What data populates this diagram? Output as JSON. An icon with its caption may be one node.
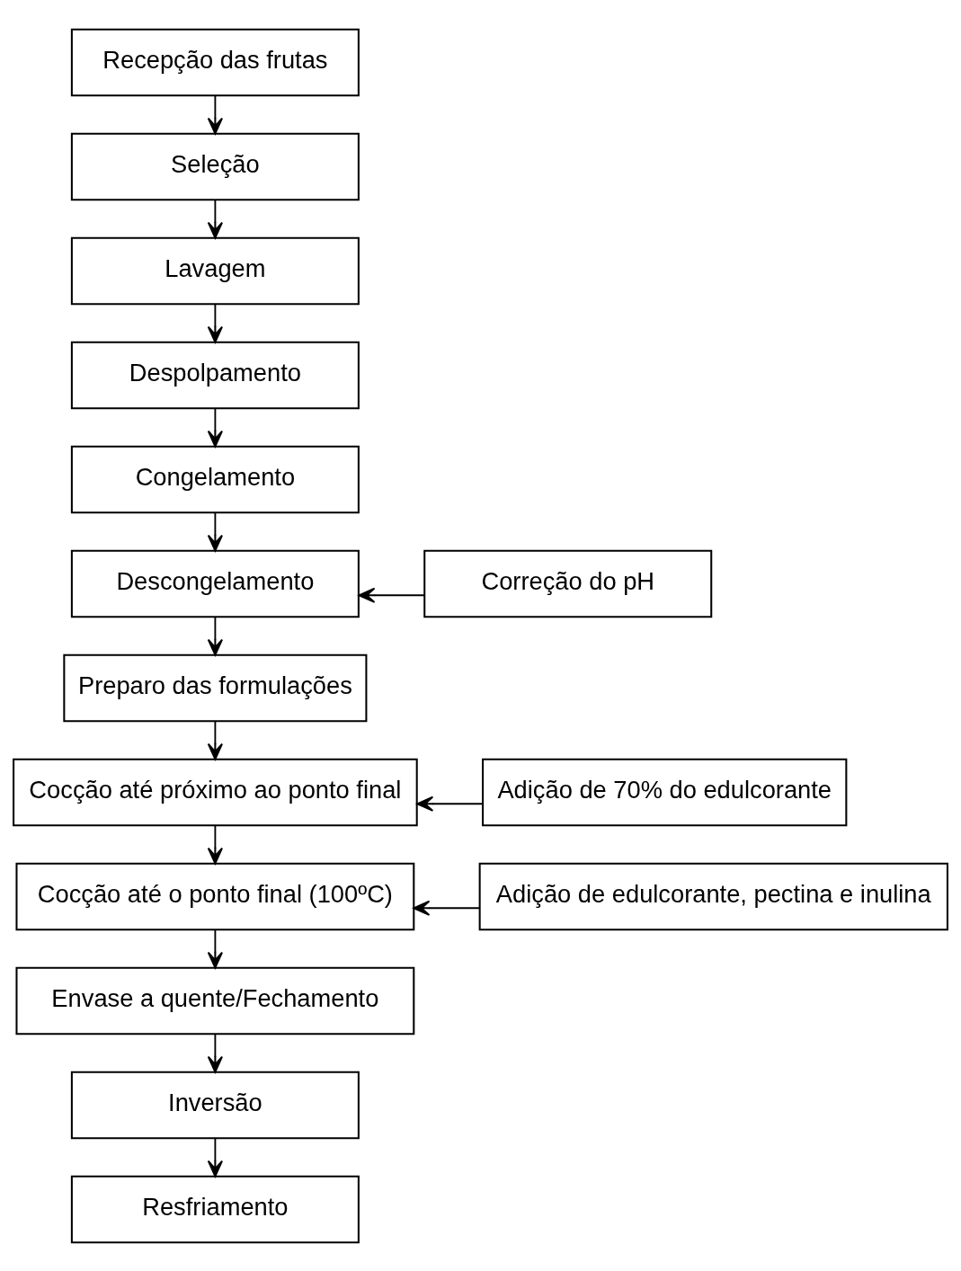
{
  "diagram": {
    "nodes": [
      {
        "text": [
          "Recepção das frutas"
        ]
      },
      {
        "text": [
          "Seleção"
        ]
      },
      {
        "text": [
          "Lavagem"
        ]
      },
      {
        "text": [
          "Despolpamento"
        ]
      },
      {
        "text": [
          "Congelamento"
        ]
      },
      {
        "text": [
          "Descongelamento"
        ]
      },
      {
        "text": [
          "Correção do pH"
        ]
      },
      {
        "text": [
          "Preparo das formulações"
        ]
      },
      {
        "text": [
          "Cocção até próximo ao ponto final"
        ]
      },
      {
        "text": [
          "Adição de 70% do edulcorante"
        ]
      },
      {
        "text": [
          "Cocção até o ponto final (100ºC)"
        ]
      },
      {
        "text": [
          "Adição de edulcorante, pectina e inulina"
        ]
      },
      {
        "text": [
          "Envase a quente/Fechamento"
        ]
      },
      {
        "text": [
          "Inversão"
        ]
      },
      {
        "text": [
          "Resfriamento"
        ]
      }
    ],
    "edges": [
      {
        "from": 0,
        "to": 1,
        "arrow": "to"
      },
      {
        "from": 1,
        "to": 2,
        "arrow": "to"
      },
      {
        "from": 2,
        "to": 3,
        "arrow": "to"
      },
      {
        "from": 3,
        "to": 4,
        "arrow": "to"
      },
      {
        "from": 4,
        "to": 5,
        "arrow": "to"
      },
      {
        "from": 6,
        "to": 5,
        "arrow": "to"
      },
      {
        "from": 5,
        "to": 7,
        "arrow": "to"
      },
      {
        "from": 7,
        "to": 8,
        "arrow": "to"
      },
      {
        "from": 9,
        "to": 8,
        "arrow": "to"
      },
      {
        "from": 8,
        "to": 10,
        "arrow": "to"
      },
      {
        "from": 11,
        "to": 10,
        "arrow": "to"
      },
      {
        "from": 10,
        "to": 12,
        "arrow": "to"
      },
      {
        "from": 12,
        "to": 13,
        "arrow": "to"
      },
      {
        "from": 13,
        "to": 14,
        "arrow": "to"
      }
    ]
  }
}
